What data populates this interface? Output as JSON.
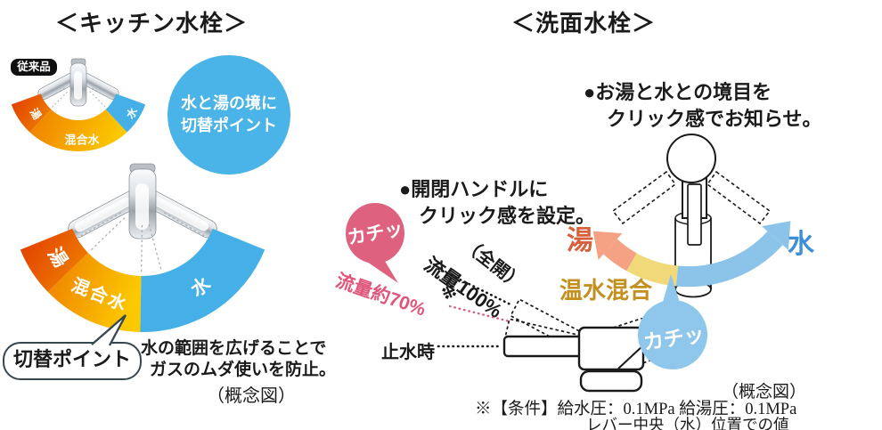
{
  "kitchen": {
    "title": "＜キッチン水栓＞",
    "legacy_badge": "従来品",
    "fan_small": {
      "hot": "湯",
      "mixed": "混合水",
      "cold": "水"
    },
    "fan_large": {
      "hot": "湯",
      "mixed": "混合水",
      "cold": "水"
    },
    "circle_note_line1": "水と湯の境に",
    "circle_note_line2": "切替ポイント",
    "switch_bubble": "切替ポイント",
    "caption_line1": "水の範囲を広げることで",
    "caption_line2": "ガスのムダ使いを防止。",
    "concept_note": "（概念図）"
  },
  "washbasin": {
    "title": "＜洗面水栓＞",
    "note_boundary_line1": "●お湯と水との境目を",
    "note_boundary_line2": "クリック感でお知らせ。",
    "note_handle_line1": "●開閉ハンドルに",
    "note_handle_line2": "クリック感を設定。",
    "click_handle": "カチッ",
    "click_temp": "カチッ",
    "flow_full_paren": "（全開）",
    "flow_full": "流量100%",
    "flow_click": "流量約70%",
    "flow_click_ref": "※",
    "stop_label": "止水時",
    "hot_label": "湯",
    "cold_label": "水",
    "mix_label": "温水混合",
    "concept_note": "（概念図）",
    "condition_line1": "※【条件】給水圧：0.1MPa 給湯圧：0.1MPa",
    "condition_line2": "レバー中央（水）位置での値"
  },
  "colors": {
    "hot_red": "#e03a00",
    "hot_orange": "#ee7d00",
    "mix_yellow": "#fcc800",
    "water_blue": "#45b0e7",
    "circle_blue": "#4ab3e7",
    "arc_salmon": "#f4a184",
    "arc_yellow": "#f1d97a",
    "arc_blue": "#8cc4e9",
    "hot_text": "#d6603b",
    "cold_text": "#3c8fd6",
    "mix_text": "#c39020",
    "pink_bubble": "#df6180",
    "blue_bubble": "#8ec7eb",
    "pink_text": "#e0557a",
    "line_art": "#1a1a1a"
  }
}
